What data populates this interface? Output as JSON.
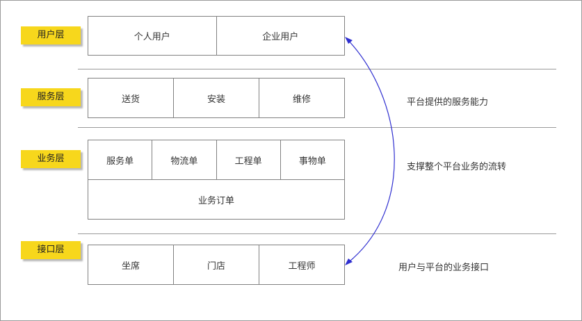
{
  "layers": {
    "user": {
      "tag": "用户层",
      "cells": [
        "个人用户",
        "企业用户"
      ]
    },
    "service": {
      "tag": "服务层",
      "cells": [
        "送货",
        "安装",
        "维修"
      ],
      "note": "平台提供的服务能力"
    },
    "business": {
      "tag": "业务层",
      "cells": [
        "服务单",
        "物流单",
        "工程单",
        "事物单"
      ],
      "order": "业务订单",
      "note": "支撑整个平台业务的流转"
    },
    "interface": {
      "tag": "接口层",
      "cells": [
        "坐席",
        "门店",
        "工程师"
      ],
      "note": "用户与平台的业务接口"
    }
  },
  "colors": {
    "tag": "#f7d71c",
    "arrow": "#2f2fd0",
    "border": "#808080"
  }
}
